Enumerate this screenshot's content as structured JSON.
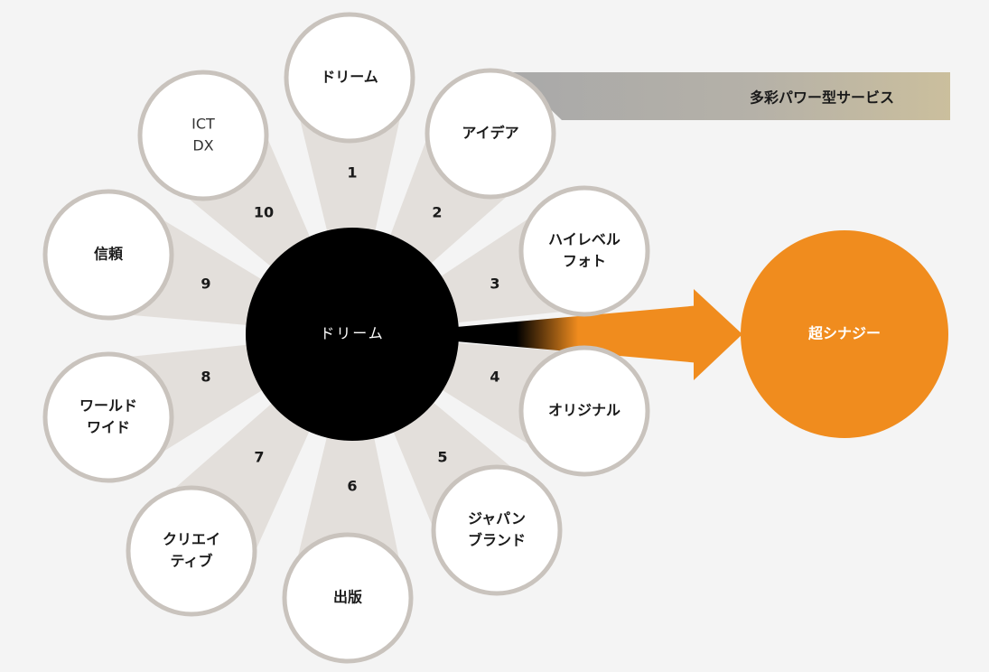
{
  "center": {
    "label": "ドリーム"
  },
  "nodes": [
    {
      "number": "1",
      "lines": [
        "ドリーム"
      ]
    },
    {
      "number": "2",
      "lines": [
        "アイデア"
      ]
    },
    {
      "number": "3",
      "lines": [
        "ハイレベル",
        "フォト"
      ]
    },
    {
      "number": "4",
      "lines": [
        "オリジナル"
      ]
    },
    {
      "number": "5",
      "lines": [
        "ジャパン",
        "ブランド"
      ]
    },
    {
      "number": "6",
      "lines": [
        "出版"
      ]
    },
    {
      "number": "7",
      "lines": [
        "クリエイ",
        "ティブ"
      ]
    },
    {
      "number": "8",
      "lines": [
        "ワールド",
        "ワイド"
      ]
    },
    {
      "number": "9",
      "lines": [
        "信頼"
      ]
    },
    {
      "number": "10",
      "lines": [
        "ICT",
        "DX"
      ],
      "style": "light"
    }
  ],
  "banner": {
    "label": "多彩パワー型サービス"
  },
  "synergy": {
    "label": "超シナジー"
  },
  "colors": {
    "background": "#f4f4f4",
    "wedge": "#e3dfdb",
    "node_border": "#c9c3bd",
    "center": "#000000",
    "accent_orange": "#f08c1e",
    "banner_start": "#a8a8a8",
    "banner_end": "#c8bea0"
  }
}
